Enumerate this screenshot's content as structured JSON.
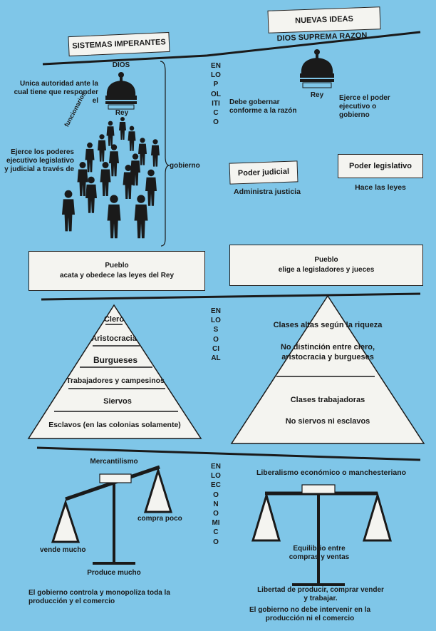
{
  "headers": {
    "left": "SISTEMAS IMPERANTES",
    "right": "NUEVAS IDEAS"
  },
  "vertical_labels": {
    "politico": "EN LO POLITICO",
    "social": "EN LO SOCIAL",
    "economico": "EN LO ECONOMICO"
  },
  "political": {
    "left": {
      "dios": "DIOS",
      "rey": "Rey",
      "autoridad": "Unica autoridad ante la cual tiene que responder el",
      "funcionarios": "funcionarios",
      "poderes": "Ejerce los poderes ejecutivo legislativo y judicial a través de",
      "gobierno": "gobierno",
      "pueblo_title": "Pueblo",
      "pueblo_text": "acata y obedece las leyes del Rey"
    },
    "right": {
      "dios": "DIOS SUPREMA RAZON",
      "rey": "Rey",
      "debe": "Debe gobernar conforme a la razón",
      "ejerce": "Ejerce el poder ejecutivo o gobierno",
      "judicial_box": "Poder judicial",
      "judicial_text": "Administra justicia",
      "legislativo_box": "Poder legislativo",
      "legislativo_text": "Hace las leyes",
      "pueblo_title": "Pueblo",
      "pueblo_text": "elige a legisladores y jueces"
    }
  },
  "social": {
    "left_layers": [
      "Clero",
      "Aristocracia",
      "Burgueses",
      "Trabajadores y campesinos",
      "Siervos",
      "Esclavos (en las colonias solamente)"
    ],
    "right": {
      "clases_altas": "Clases altas según la riqueza",
      "no_distincion": "No distinción entre clero, aristocracia y burgueses",
      "clases_trabajadoras": "Clases trabajadoras",
      "no_siervos": "No siervos ni esclavos"
    }
  },
  "economic": {
    "left": {
      "title": "Mercantilismo",
      "compra": "compra poco",
      "vende": "vende mucho",
      "produce": "Produce mucho",
      "gobierno": "El gobierno controla y monopoliza toda la producción y el comercio"
    },
    "right": {
      "title": "Liberalismo económico o manchesteriano",
      "equilibrio": "Equilibrio entre compras y ventas",
      "libertad": "Libertad de producir, comprar vender y trabajar.",
      "gobierno": "El gobierno no debe intervenir en la producción ni el comercio"
    }
  },
  "colors": {
    "background": "#7fc6e8",
    "box_fill": "#f4f4f0",
    "ink": "#1a1a1a"
  }
}
